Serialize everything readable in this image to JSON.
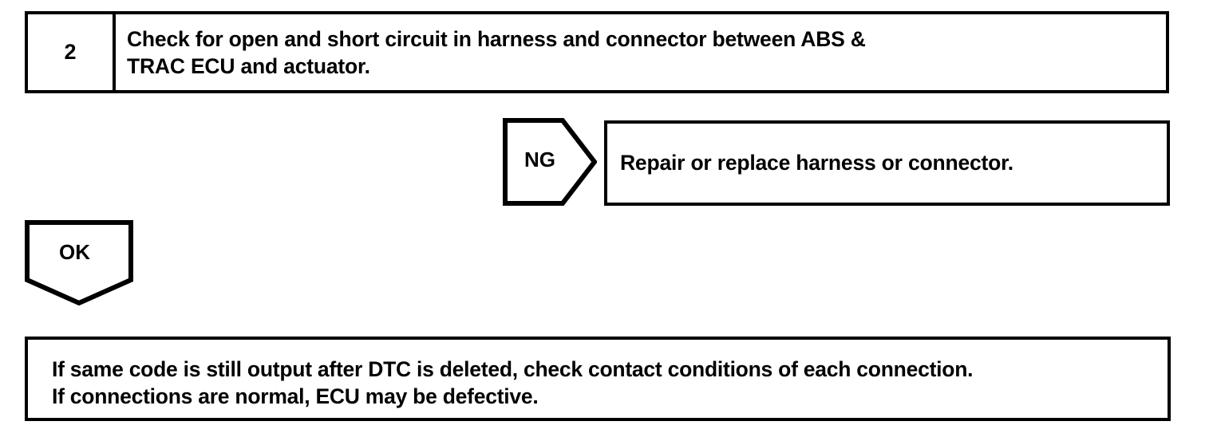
{
  "document": {
    "type": "troubleshooting-flowchart",
    "ink_color": "#000000",
    "background_color": "#ffffff"
  },
  "step": {
    "number": "2",
    "instruction": "Check for open and short circuit in harness and connector between ABS &\nTRAC ECU and actuator."
  },
  "branches": {
    "ng": {
      "label": "NG",
      "direction": "right",
      "result": "Repair or replace harness or connector."
    },
    "ok": {
      "label": "OK",
      "direction": "down"
    }
  },
  "note": {
    "text": "If same code is still output after DTC is deleted, check contact conditions of each connection.\nIf connections are normal, ECU may be defective."
  }
}
